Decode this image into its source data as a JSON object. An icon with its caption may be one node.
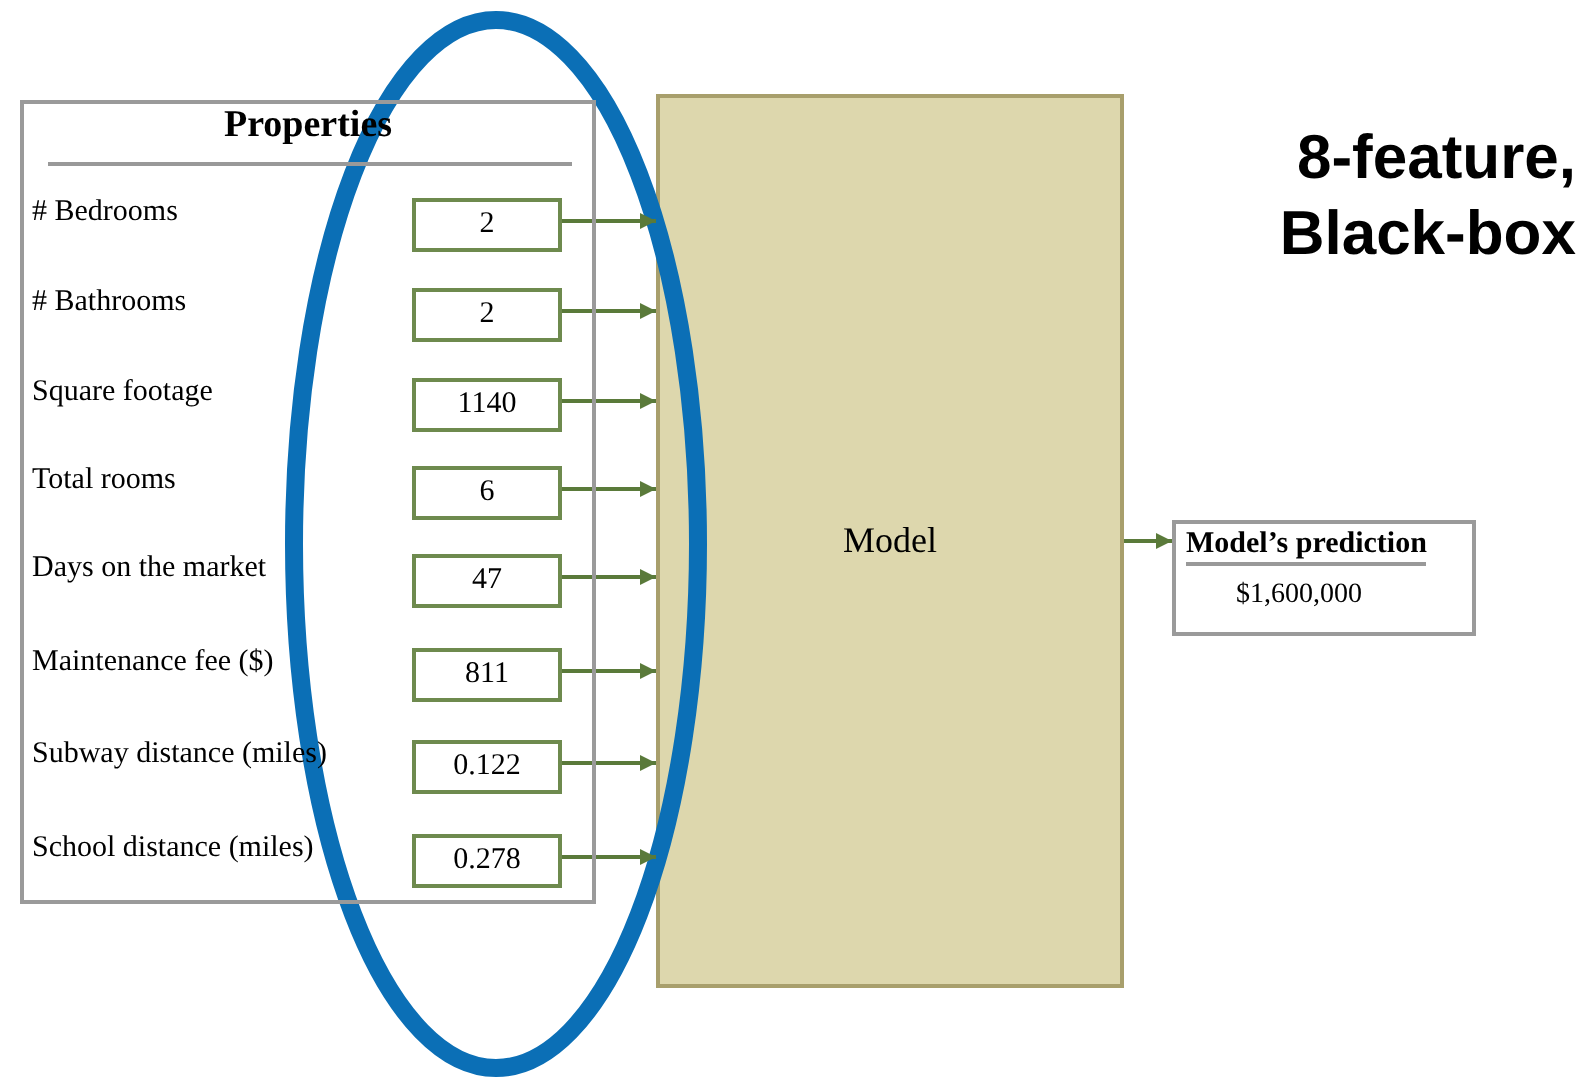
{
  "diagram": {
    "title": "8-feature, Black-box",
    "nodes": [
      {
        "text": [
          "Properties",
          "# Bedrooms",
          "# Bathrooms",
          "Square footage",
          "Total rooms",
          "Days on the market",
          "Maintenance fee ($)",
          "Subway distance (miles)",
          "School distance (miles)"
        ]
      },
      {
        "text": [
          "2"
        ],
        "in": 0
      },
      {
        "text": [
          "2"
        ],
        "in": 0
      },
      {
        "text": [
          "1140"
        ],
        "in": 0
      },
      {
        "text": [
          "6"
        ],
        "in": 0
      },
      {
        "text": [
          "47"
        ],
        "in": 0
      },
      {
        "text": [
          "811"
        ],
        "in": 0
      },
      {
        "text": [
          "0.122"
        ],
        "in": 0
      },
      {
        "text": [
          "0.278"
        ],
        "in": 0
      },
      {
        "text": [
          "Model"
        ]
      },
      {
        "text": [
          "Model’s prediction",
          "$1,600,000"
        ]
      }
    ],
    "edges": [
      {
        "from": 1,
        "to": 9,
        "arrow": "to"
      },
      {
        "from": 2,
        "to": 9,
        "arrow": "to"
      },
      {
        "from": 3,
        "to": 9,
        "arrow": "to"
      },
      {
        "from": 4,
        "to": 9,
        "arrow": "to"
      },
      {
        "from": 5,
        "to": 9,
        "arrow": "to"
      },
      {
        "from": 6,
        "to": 9,
        "arrow": "to"
      },
      {
        "from": 7,
        "to": 9,
        "arrow": "to"
      },
      {
        "from": 8,
        "to": 9,
        "arrow": "to"
      },
      {
        "from": 9,
        "to": 10,
        "arrow": "to"
      }
    ]
  }
}
